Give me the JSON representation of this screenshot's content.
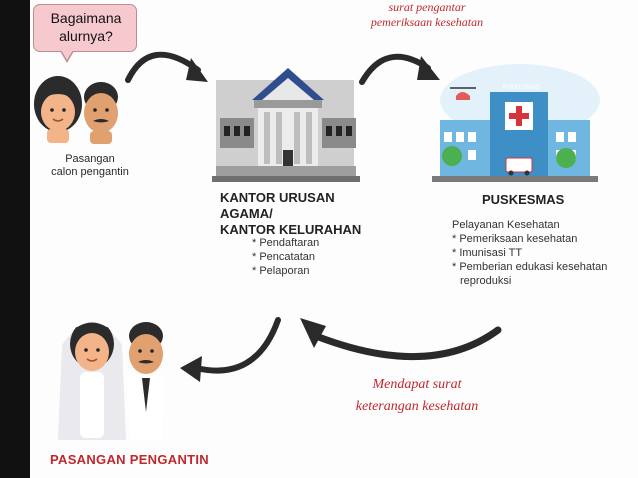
{
  "bubble": {
    "line1": "Bagaimana",
    "line2": "alurnya?"
  },
  "couple": {
    "line1": "Pasangan",
    "line2": "calon pengantin"
  },
  "top_arrow_label": {
    "line1": "surat pengantar",
    "line2": "pemeriksaan kesehatan"
  },
  "kua": {
    "line1": "KANTOR URUSAN AGAMA/",
    "line2": "KANTOR KELURAHAN",
    "items": [
      "* Pendaftaran",
      "* Pencatatan",
      "* Pelaporan"
    ]
  },
  "puskesmas": {
    "title": "PUSKESMAS",
    "subtitle": "Pelayanan Kesehatan",
    "items": [
      "* Pemeriksaan kesehatan",
      "* Imunisasi TT",
      "* Pemberian edukasi kesehatan",
      "reproduksi"
    ],
    "sign": "PUSKESMAS"
  },
  "bottom_arrow_label": {
    "line1": "Mendapat surat",
    "line2": "keterangan kesehatan"
  },
  "final": {
    "label": "PASANGAN PENGANTIN"
  },
  "colors": {
    "accent_red": "#c0282d",
    "bubble_pink": "#f6c9cf",
    "roof_blue": "#2f4d8f"
  }
}
